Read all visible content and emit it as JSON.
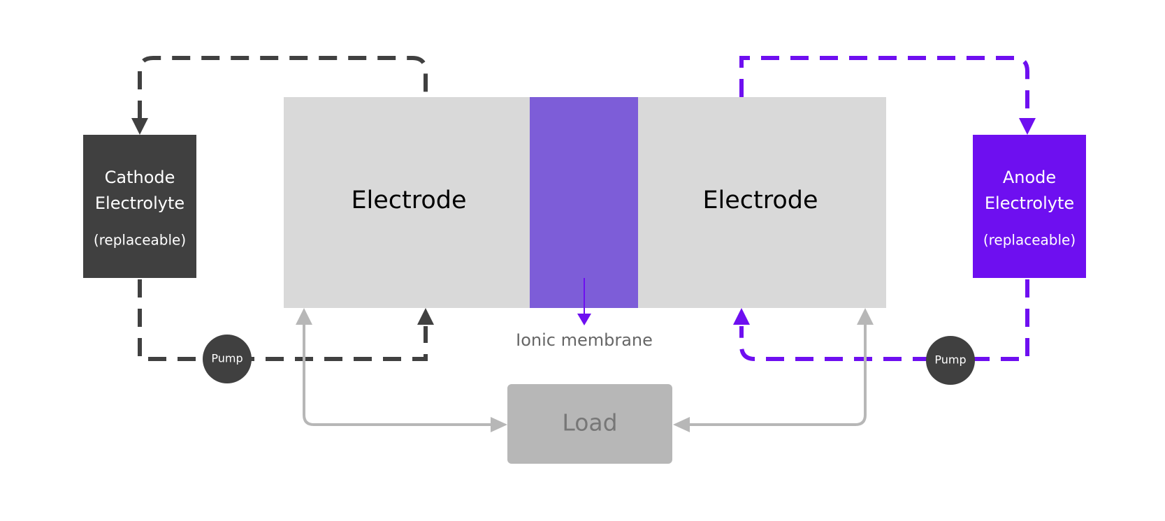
{
  "colors": {
    "cathode": "#404040",
    "anode": "#6e0ff0",
    "electrode": "#d9d9d9",
    "membrane": "#7d5dd8",
    "load": "#b7b7b7",
    "wire": "#b7b7b7",
    "pump": "#404040"
  },
  "cathode_tank": {
    "line1": "Cathode",
    "line2": "Electrolyte",
    "note": "(replaceable)"
  },
  "anode_tank": {
    "line1": "Anode",
    "line2": "Electrolyte",
    "note": "(replaceable)"
  },
  "electrodes": {
    "left_label": "Electrode",
    "right_label": "Electrode"
  },
  "membrane": {
    "label": "Ionic membrane"
  },
  "load": {
    "label": "Load"
  },
  "pumps": {
    "left_label": "Pump",
    "right_label": "Pump"
  }
}
